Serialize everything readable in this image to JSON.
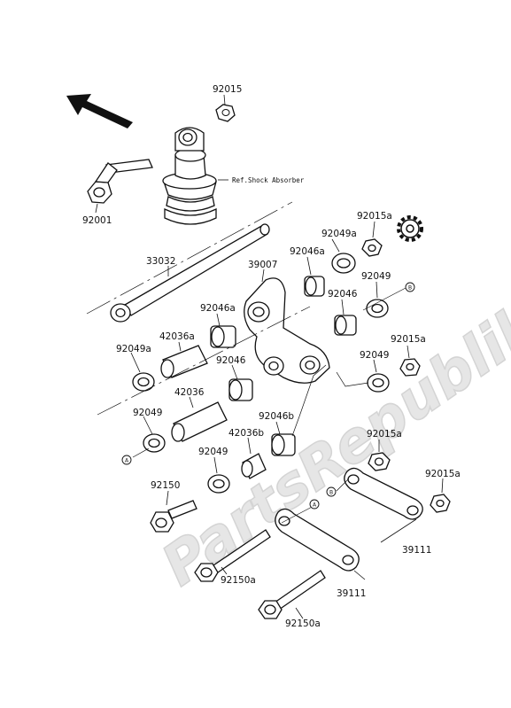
{
  "watermark": "PartsRepublik",
  "ref_label": "Ref.Shock Absorber",
  "markers": {
    "a": "A",
    "b": "B"
  },
  "labels": {
    "p92015": "92015",
    "p92001": "92001",
    "p33032": "33032",
    "p39007": "39007",
    "p92046a_1": "92046a",
    "p92049a_1": "92049a",
    "p92015a_1": "92015a",
    "p92049_1": "92049",
    "p92046_1": "92046",
    "p92046a_2": "92046a",
    "p42036a": "42036a",
    "p92049a_2": "92049a",
    "p92046_2": "92046",
    "p42036": "42036",
    "p92049_2": "92049",
    "p92015a_2": "92015a",
    "p92049_3": "92049",
    "p92046b": "92046b",
    "p42036b": "42036b",
    "p92049_4": "92049",
    "p92015a_3": "92015a",
    "p92015a_4": "92015a",
    "p92150": "92150",
    "p92150a_1": "92150a",
    "p92150a_2": "92150a",
    "p39111_1": "39111",
    "p39111_2": "39111"
  },
  "icons": [
    "front-direction-arrow-icon",
    "gear-icon"
  ]
}
